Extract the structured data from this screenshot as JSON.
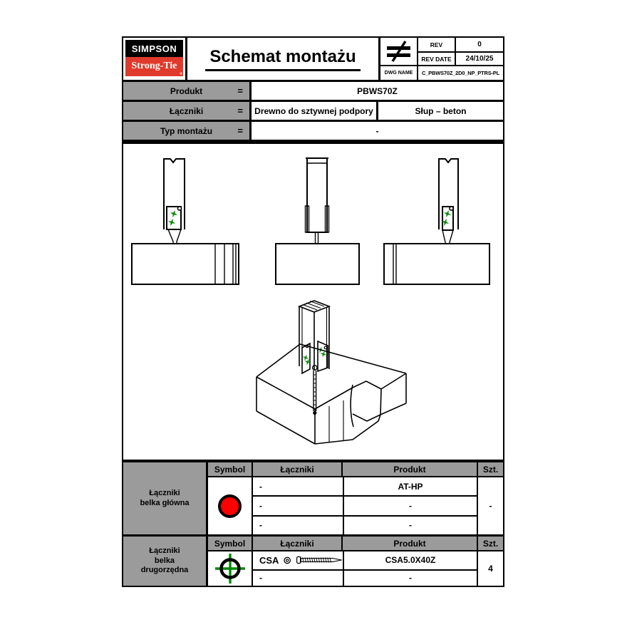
{
  "titleblock": {
    "logo_line1": "SIMPSON",
    "logo_line2": "Strong-Tie",
    "logo_registered": "®",
    "title": "Schemat montażu",
    "projection_symbol": "not-equal-sign",
    "rev_label": "REV",
    "rev_value": "0",
    "rev_date_label": "REV DATE",
    "rev_date_value": "24/10/25",
    "dwg_name_label": "DWG NAME",
    "dwg_name_value": "C_PBWS70Z_2D0_NP_PTRS-PL"
  },
  "product_info": {
    "rows": [
      {
        "label": "Produkt",
        "eq": "=",
        "values": [
          "PBWS70Z"
        ]
      },
      {
        "label": "Łączniki",
        "eq": "=",
        "values": [
          "Drewno do sztywnej podpory",
          "Słup – beton"
        ]
      },
      {
        "label": "Typ montażu",
        "eq": "=",
        "values": [
          "-"
        ]
      }
    ]
  },
  "fastener_tables": [
    {
      "group_label": "Łączniki\nbelka główna",
      "headers": [
        "Symbol",
        "Łączniki",
        "Produkt",
        "Szt."
      ],
      "symbol": "red-filled-circle",
      "rows": [
        {
          "fastener": "-",
          "product": "AT-HP"
        },
        {
          "fastener": "-",
          "product": "-"
        },
        {
          "fastener": "-",
          "product": "-"
        }
      ],
      "qty": "-"
    },
    {
      "group_label": "Łączniki\nbelka\ndrugorzędna",
      "headers": [
        "Symbol",
        "Łączniki",
        "Produkt",
        "Szt."
      ],
      "symbol": "green-crosshair-circle",
      "rows": [
        {
          "fastener": "CSA",
          "fastener_icons": [
            "screw-head-end-view-icon",
            "screw-side-view-icon"
          ],
          "product": "CSA5.0X40Z"
        },
        {
          "fastener": "-",
          "product": "-"
        }
      ],
      "qty": "4"
    }
  ],
  "colors": {
    "logo-red": "#e03a2c",
    "cell-gray": "#9b9b9b",
    "symbol-red": "#ff0000",
    "marker-green": "#008a00"
  }
}
